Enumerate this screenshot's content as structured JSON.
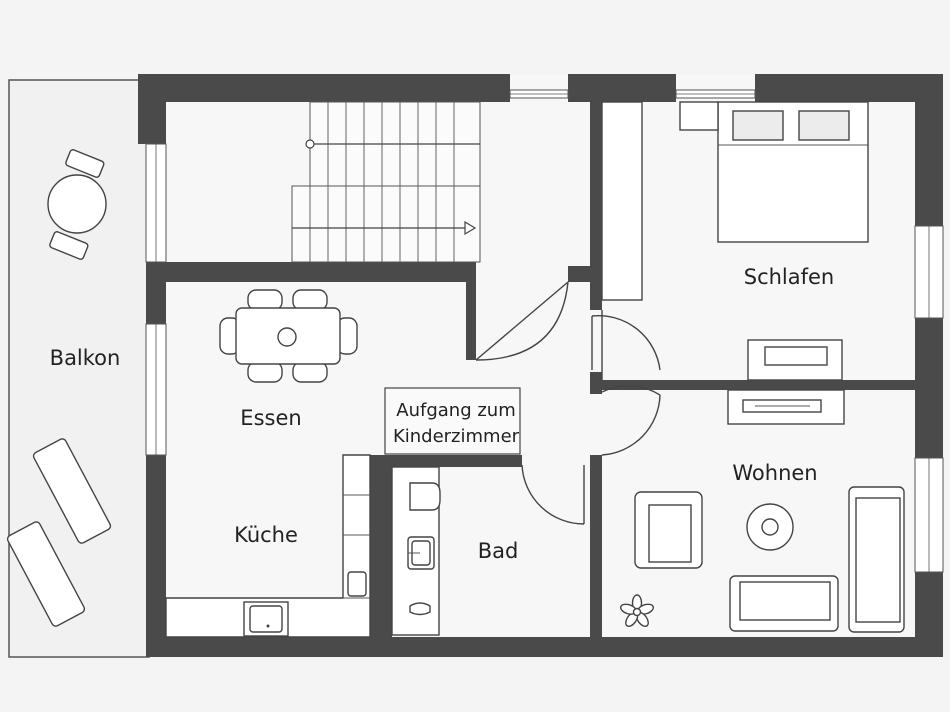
{
  "rooms": {
    "balkon": "Balkon",
    "essen": "Essen",
    "kueche": "Küche",
    "bad": "Bad",
    "schlafen": "Schlafen",
    "wohnen": "Wohnen"
  },
  "notes": {
    "aufgang_line1": "Aufgang zum",
    "aufgang_line2": "Kinderzimmer"
  },
  "colors": {
    "wall": "#4a4a4a",
    "floor": "#f6f6f6",
    "balcony": "#f2f2f2",
    "furniture": "#ffffff"
  }
}
